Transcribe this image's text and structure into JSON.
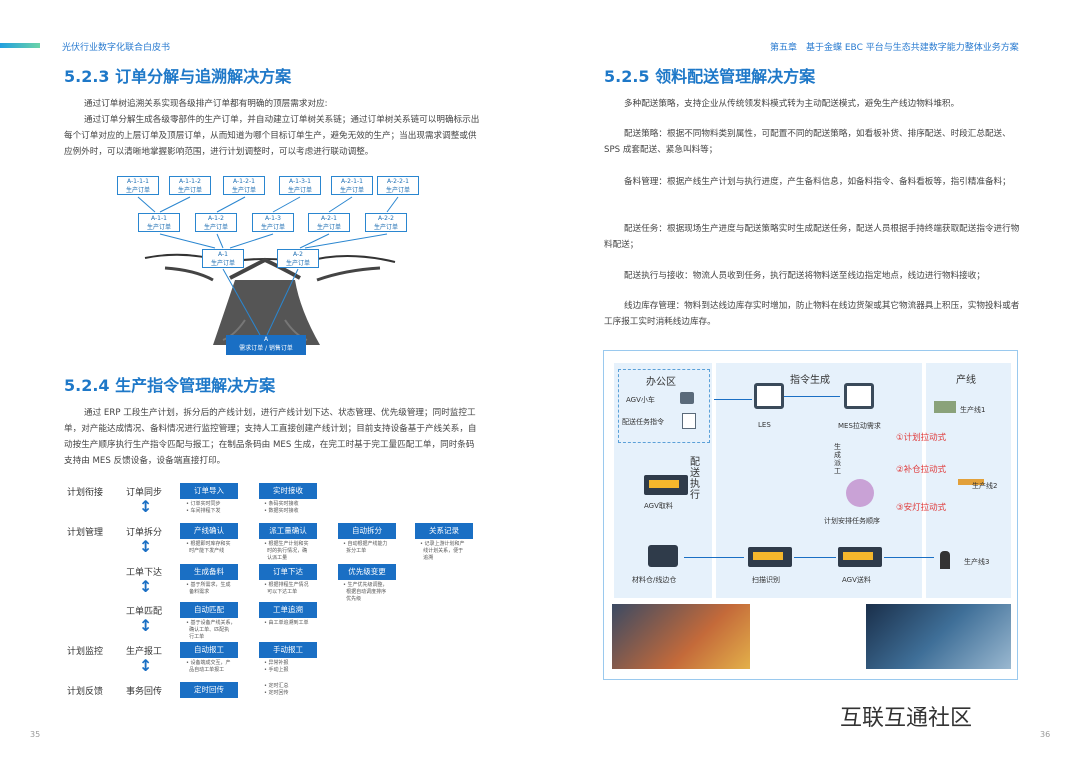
{
  "header": {
    "left_title": "光伏行业数字化联合白皮书",
    "right_title": "第五章　基于金蝶 EBC 平台与生态共建数字能力整体业务方案"
  },
  "left": {
    "s523_title": "5.2.3 订单分解与追溯解决方案",
    "s523_p1": "通过订单树追溯关系实现各级排产订单都有明确的顶层需求对应:",
    "s523_p2": "通过订单分解生成各级零部件的生产订单，并自动建立订单树关系链；通过订单树关系链可以明确标示出每个订单对应的上层订单及顶层订单，从而知道为哪个目标订单生产，避免无效的生产；当出现需求调整或供应例外时，可以清晰地掌握影响范围，进行计划调整时，可以考虑进行联动调整。",
    "tree": {
      "top": [
        [
          "A-1-1-1",
          "生产订单"
        ],
        [
          "A-1-1-2",
          "生产订单"
        ],
        [
          "A-1-2-1",
          "生产订单"
        ],
        [
          "A-1-3-1",
          "生产订单"
        ],
        [
          "A-2-1-1",
          "生产订单"
        ],
        [
          "A-2-2-1",
          "生产订单"
        ]
      ],
      "mid": [
        [
          "A-1-1",
          "生产订单"
        ],
        [
          "A-1-2",
          "生产订单"
        ],
        [
          "A-1-3",
          "生产订单"
        ],
        [
          "A-2-1",
          "生产订单"
        ],
        [
          "A-2-2",
          "生产订单"
        ]
      ],
      "low": [
        [
          "A-1",
          "生产订单"
        ],
        [
          "A-2",
          "生产订单"
        ]
      ],
      "root": [
        "A",
        "需求订单 / 销售订单"
      ]
    },
    "s524_title": "5.2.4 生产指令管理解决方案",
    "s524_p1": "通过 ERP 工段生产计划，拆分后的产线计划，进行产线计划下达、状态管理、优先级管理；同时监控工单，对产能达成情况、备料情况进行监控管理；支持人工直接创建产线计划；目前支持设备基于产线关系，自动按生产顺序执行生产指令匹配与报工；在制品条码由 MES 生成，在完工时基于完工量匹配工单，同时条码支持由 MES 反馈设备，设备端直接打印。",
    "flow": {
      "left_labels": [
        "计划衔接",
        "计划管理",
        "计划监控",
        "计划反馈"
      ],
      "steps": [
        "订单同步",
        "订单拆分",
        "工单下达",
        "工单匹配",
        "生产报工",
        "事务回传"
      ],
      "boxes": {
        "b1": "订单导入",
        "b2": "实时接收",
        "b3": "产线确认",
        "b4": "派工量确认",
        "b5": "自动拆分",
        "b6": "关系记录",
        "b7": "生成备料",
        "b8": "订单下达",
        "b9": "优先级变更",
        "b10": "自动匹配",
        "b11": "工单追溯",
        "b12": "自动报工",
        "b13": "手动报工",
        "b14": "定时回传"
      },
      "notes": {
        "n1": "• 订单实时同步\n• 车间排程下发",
        "n2": "• 条码实时接收\n• 数据实时接收",
        "n3": "• 根据即时库存和实\n  时产能下发产线",
        "n4": "• 根据生产计划和实\n  时的执行情况，确\n  认派工量",
        "n5": "• 自动根据产线能力\n  拆分工单",
        "n6": "• 记录上游计划和产\n  线计划关系，便于\n  追溯",
        "n7": "• 基于所需求，生成\n  备料需求",
        "n8": "• 根据排程生产情况\n  可以下达工单",
        "n9": "• 生产优先级调整，\n  根据自动调度排序\n  优先级",
        "n10": "• 基于设备产线关系，\n  确认工单、匹配执\n  行工单",
        "n11": "• 由工单追溯到工单",
        "n12": "• 设备端成交互，产\n  品自动工单报工",
        "n13": "• 异常补报\n• 手动上报",
        "n14": "• 定时汇总\n• 定时回传"
      }
    },
    "page_number": "35"
  },
  "right": {
    "s525_title": "5.2.5 领料配送管理解决方案",
    "paras": [
      "多种配送策略，支持企业从传统领发料模式转为主动配送模式，避免生产线边物料堆积。",
      "配送策略：根据不同物料类别属性，可配置不同的配送策略，如看板补货、排序配送、时段汇总配送、SPS 成套配送、紧急叫料等；",
      "备料管理：根据产线生产计划与执行进度，产生备料信息，如备料指令、备料看板等，指引精准备料；",
      "配送任务：根据现场生产进度与配送策略实时生成配送任务，配送人员根据手持终端获取配送指令进行物料配送；",
      "配送执行与接收：物流人员收到任务，执行配送将物料送至线边指定地点，线边进行物料接收；",
      "线边库存管理：物料到达线边库存实时增加，防止物料在线边货架或其它物流器具上积压，实物投料或者工序报工实时消耗线边库存。"
    ],
    "diagram": {
      "zone_office": "办公区",
      "zone_cmd": "指令生成",
      "zone_line": "产线",
      "agv_car": "AGV小车",
      "dispatch": "配送任务指令",
      "les": "LES",
      "mes": "MES拉动需求",
      "dispatch_exec": "配送执行",
      "gen_task": "生成派工",
      "plan_order": "计划安排任务顺序",
      "agv_take": "AGV取料",
      "warehouse": "材料仓/线边仓",
      "scan": "扫描识别",
      "agv_send": "AGV送料",
      "pull1": "①计划拉动式",
      "pull2": "②补仓拉动式",
      "pull3": "③安灯拉动式",
      "line1": "生产线1",
      "line2": "生产线2",
      "line3": "生产线3"
    },
    "watermark": "互联互通社区",
    "page_number": "36"
  },
  "colors": {
    "accent": "#1e78c8",
    "box": "#1a6fc4",
    "pull": "#e03a3a"
  }
}
